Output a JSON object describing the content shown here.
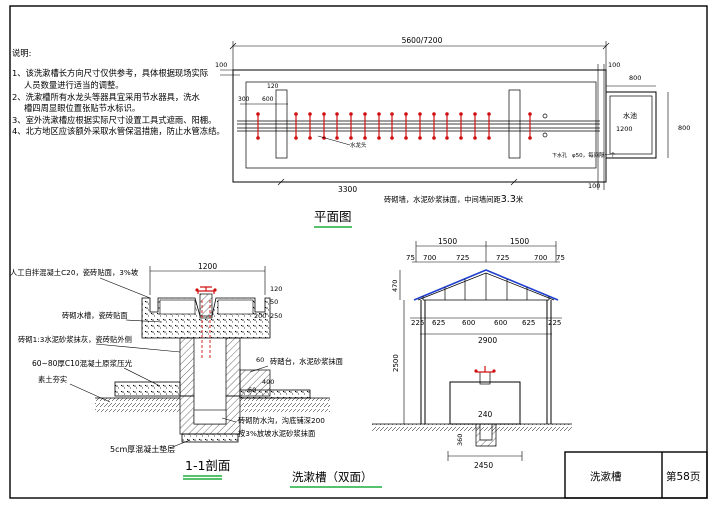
{
  "notes": {
    "heading": "说明:",
    "items": [
      "1、该洗漱槽长方向尺寸仅供参考，具体根据现场实际",
      "人员数量进行适当的调整。",
      "2、洗漱槽所有水龙头等器具宜采用节水器具，洗水",
      "槽四周显眼位置张贴节水标识。",
      "3、室外洗漱槽应根据实际尺寸设置工具式遮雨、阳棚。",
      "4、北方地区应该额外采取水管保温措施，防止水管冻结。"
    ]
  },
  "plan": {
    "title": "平面图",
    "dim_total": "5600/7200",
    "dim_100_left": "100",
    "dim_100_right": "100",
    "dim_100_bottom": "100",
    "dim_300": "300",
    "dim_600": "600",
    "dim_120": "120",
    "dim_3300": "3300",
    "dim_800_top": "800",
    "dim_1200": "1200",
    "dim_800_side": "800",
    "pool_label": "水池",
    "hose_label": "水龙头",
    "drain_label": "下水孔",
    "drain_size": "φ50，每间隔一个",
    "wall_note_a": "砖砌墙，水泥砂浆抹面，中间墙间距",
    "wall_note_b": "3.3",
    "wall_note_c": "米"
  },
  "section": {
    "title": "1-1剖面",
    "dim_1200": "1200",
    "dim_120": "120",
    "dim_50": "50",
    "dim_200": "200",
    "dim_250": "250",
    "dim_400": "400",
    "dim_60a": "60",
    "dim_60b": "60",
    "label_top": "人工自拌混凝土C20，瓷砖贴面，3%坡",
    "label_trough": "砖砌水槽，瓷砖贴面",
    "label_mortar": "砖砌1:3水泥砂浆抹灰，瓷砖贴外侧",
    "label_c10": "60~80厚C10混凝土原浆压光",
    "label_soil": "素土夯实",
    "label_step": "砖踏台，水泥砂浆抹面",
    "label_ditch_a": "砖砌防水沟，沟底铺深200",
    "label_ditch_b": "按3%放坡水泥砂浆抹面",
    "label_base": "5cm厚混凝土垫层"
  },
  "elevation": {
    "title": "洗漱槽（双面）",
    "dim_1500a": "1500",
    "dim_1500b": "1500",
    "top_dims": [
      "75",
      "700",
      "725",
      "725",
      "700",
      "75"
    ],
    "dim_470": "470",
    "mid_dims": [
      "225",
      "625",
      "600",
      "600",
      "625",
      "225"
    ],
    "dim_2900": "2900",
    "dim_2500": "2500",
    "dim_240": "240",
    "dim_360": "360",
    "dim_2450": "2450"
  },
  "title_block": {
    "name": "洗漱槽",
    "page": "第58页"
  }
}
